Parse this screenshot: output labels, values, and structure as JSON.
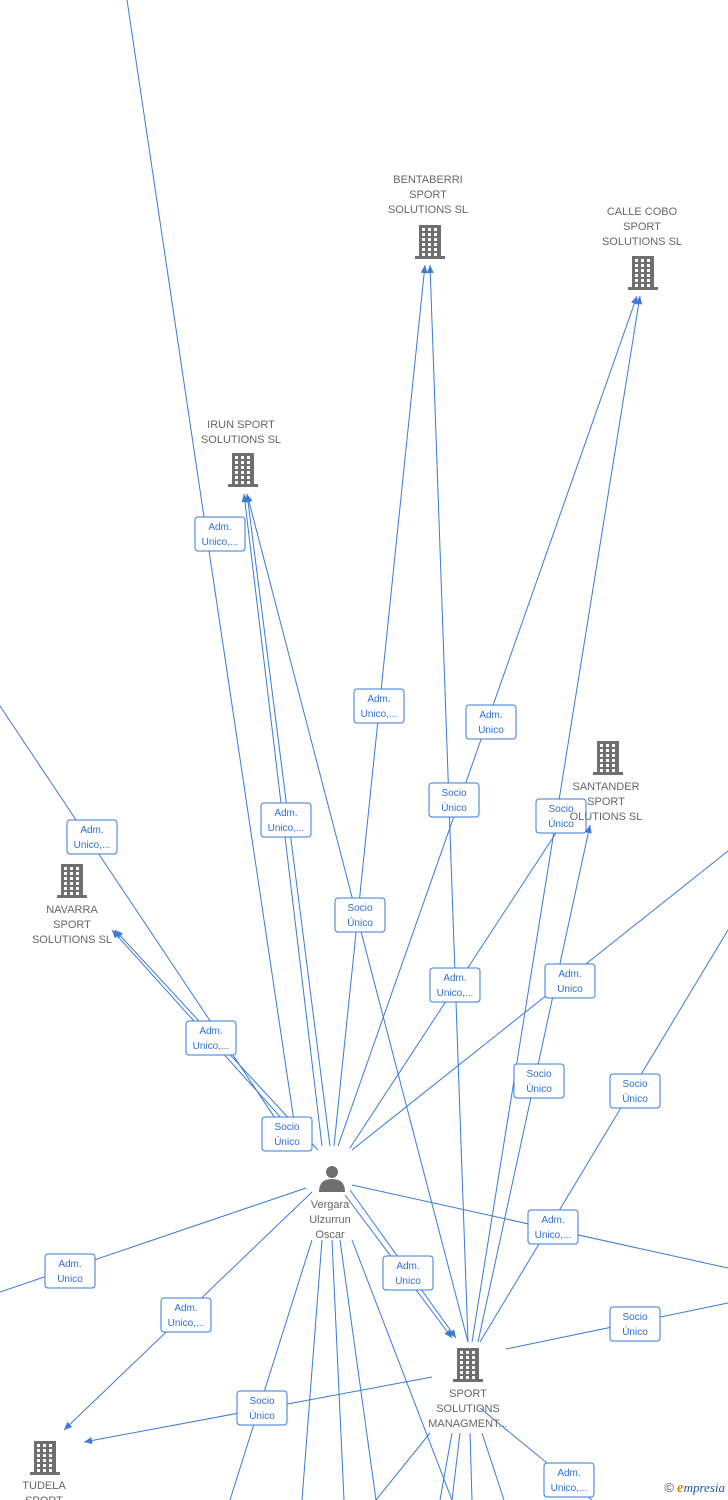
{
  "nodes": [
    {
      "id": "vergara",
      "kind": "person",
      "label": [
        "Vergara",
        "Ulzurrun",
        "Oscar"
      ]
    },
    {
      "id": "bentaberri",
      "kind": "company",
      "label": [
        "BENTABERRI",
        "SPORT",
        "SOLUTIONS  SL"
      ]
    },
    {
      "id": "callecobo",
      "kind": "company",
      "label": [
        "CALLE COBO",
        "SPORT",
        "SOLUTIONS  SL"
      ]
    },
    {
      "id": "irun",
      "kind": "company",
      "label": [
        "IRUN SPORT",
        "SOLUTIONS  SL"
      ]
    },
    {
      "id": "santander",
      "kind": "company",
      "label": [
        "SANTANDER",
        "SPORT",
        "OLUTIONS  SL"
      ]
    },
    {
      "id": "navarra",
      "kind": "company",
      "label": [
        "NAVARRA",
        "SPORT",
        "SOLUTIONS  SL"
      ]
    },
    {
      "id": "ssm",
      "kind": "company",
      "label": [
        "SPORT",
        "SOLUTIONS",
        "MANAGMENT..."
      ]
    },
    {
      "id": "tudela",
      "kind": "company",
      "label": [
        "TUDELA",
        "SPORT"
      ]
    }
  ],
  "edge_labels": [
    [
      "Adm.",
      "Unico,..."
    ],
    [
      "Adm.",
      "Unico,..."
    ],
    [
      "Adm.",
      "Unico"
    ],
    [
      "Socio",
      "Único"
    ],
    [
      "Socio",
      "Único"
    ],
    [
      "Adm.",
      "Unico,..."
    ],
    [
      "Adm.",
      "Unico,..."
    ],
    [
      "Socio",
      "Único"
    ],
    [
      "Adm.",
      "Unico,..."
    ],
    [
      "Adm.",
      "Unico"
    ],
    [
      "Adm.",
      "Unico,..."
    ],
    [
      "Socio",
      "Único"
    ],
    [
      "Socio",
      "Único"
    ],
    [
      "Socio",
      "Único"
    ],
    [
      "Adm.",
      "Unico,..."
    ],
    [
      "Adm.",
      "Unico"
    ],
    [
      "Adm.",
      "Unico"
    ],
    [
      "Adm.",
      "Unico,..."
    ],
    [
      "Socio",
      "Único"
    ],
    [
      "Socio",
      "Único"
    ],
    [
      "Adm.",
      "Unico,..."
    ]
  ],
  "watermark": {
    "copyright": "©",
    "brand_initial": "e",
    "brand_rest": "mpresia"
  },
  "colors": {
    "edge": "#3a7bd5",
    "icon": "#6f6f6f",
    "label": "#666666"
  }
}
